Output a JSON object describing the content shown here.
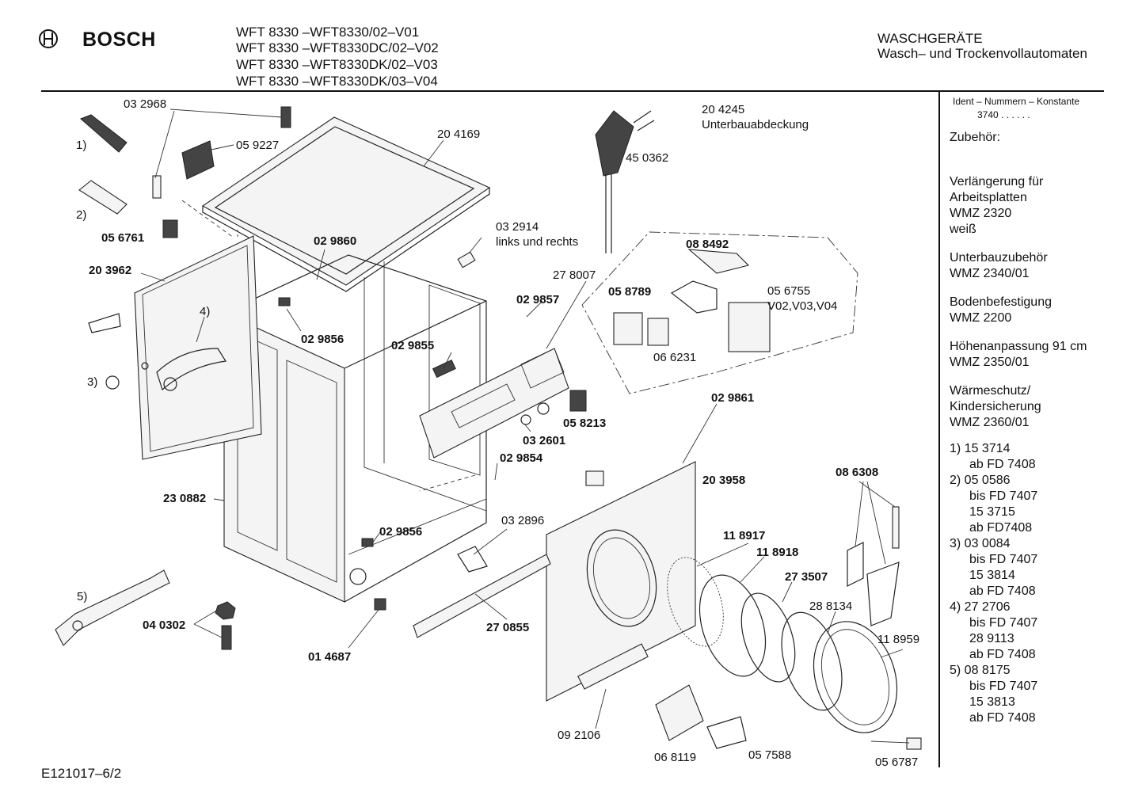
{
  "header": {
    "brand": "BOSCH",
    "models": [
      "WFT 8330 –WFT8330/02–V01",
      "WFT 8330 –WFT8330DC/02–V02",
      "WFT 8330 –WFT8330DK/02–V03",
      "WFT 8330 –WFT8330DK/03–V04"
    ],
    "category": "WASCHGERÄTE",
    "subcategory": "Wasch– und Trockenvollautomaten"
  },
  "sidebar": {
    "ident_label": "Ident – Nummern – Konstante",
    "ident_value": "3740 . . . . . .",
    "zubehoer_label": "Zubehör:",
    "accessories": [
      [
        "Verlängerung für",
        "Arbeitsplatten",
        "WMZ 2320",
        "weiß"
      ],
      [
        "Unterbauzubehör",
        "WMZ 2340/01"
      ],
      [
        "Bodenbefestigung",
        "WMZ 2200"
      ],
      [
        "Höhenanpassung 91 cm",
        "WMZ 2350/01"
      ],
      [
        "Wärmeschutz/",
        "Kindersicherung",
        "WMZ 2360/01"
      ]
    ],
    "notes": [
      [
        "1) 15 3714",
        "ab FD 7408"
      ],
      [
        "2) 05 0586",
        "bis FD 7407",
        "15 3715",
        "ab FD7408"
      ],
      [
        "3) 03 0084",
        "bis FD 7407",
        "15 3814",
        "ab FD 7408"
      ],
      [
        "4) 27 2706",
        "bis FD 7407",
        "28 9113",
        "ab FD 7408"
      ],
      [
        "5) 08 8175",
        "bis FD 7407",
        "15 3813",
        "ab FD 7408"
      ]
    ]
  },
  "footer": {
    "drawing_id": "E121017–6/2"
  },
  "callouts": {
    "c032968": "03 2968",
    "c059227": "05 9227",
    "c204169": "20 4169",
    "c204245": "20 4245",
    "unterbau": "Unterbauabdeckung",
    "c450362": "45 0362",
    "m1": "1)",
    "m2": "2)",
    "m3": "3)",
    "m4": "4)",
    "m5": "5)",
    "c056761": "05 6761",
    "c029860": "02 9860",
    "c032914": "03 2914",
    "links": "links und rechts",
    "c088492": "08 8492",
    "c203962": "20 3962",
    "c278007": "27 8007",
    "c058789": "05 8789",
    "c056755": "05 6755",
    "versions": "V02,V03,V04",
    "c029857": "02 9857",
    "c029856a": "02 9856",
    "c029855": "02 9855",
    "c066231": "06 6231",
    "c029861": "02 9861",
    "c058213": "05 8213",
    "c032601": "03 2601",
    "c029854": "02 9854",
    "c203958": "20 3958",
    "c086308": "08 6308",
    "c230882": "23 0882",
    "c029856b": "02 9856",
    "c032896": "03 2896",
    "c118917": "11 8917",
    "c118918": "11 8918",
    "c273507": "27 3507",
    "c288134": "28 8134",
    "c118959": "11 8959",
    "c040302": "04 0302",
    "c270855": "27 0855",
    "c014687": "01 4687",
    "c092106": "09 2106",
    "c068119": "06 8119",
    "c057588": "05 7588",
    "c056787": "05 6787"
  }
}
